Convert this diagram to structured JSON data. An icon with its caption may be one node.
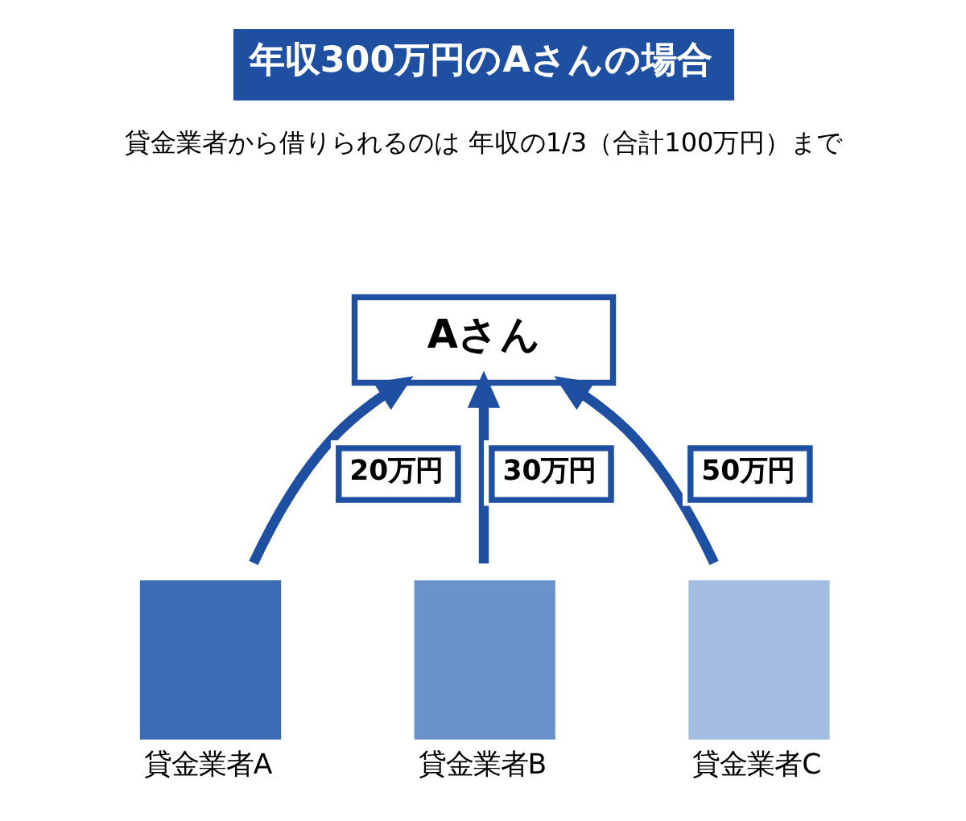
{
  "diagram": {
    "title": "年収300万円のAさんの場合",
    "nodes": [
      {
        "text": [
          "Aさん"
        ]
      },
      {
        "text": [
          "貸金業者A"
        ]
      },
      {
        "text": [
          "貸金業者B"
        ]
      },
      {
        "text": [
          "貸金業者C"
        ]
      }
    ],
    "edges": [
      {
        "from": 1,
        "to": 0,
        "arrow": "to",
        "label": "20万円"
      },
      {
        "from": 2,
        "to": 0,
        "arrow": "to",
        "label": "30万円"
      },
      {
        "from": 3,
        "to": 0,
        "arrow": "to",
        "label": "50万円"
      }
    ],
    "labels": [
      "貸金業者から借りられるのは 年収の1/3（合計100万円）まで"
    ]
  }
}
